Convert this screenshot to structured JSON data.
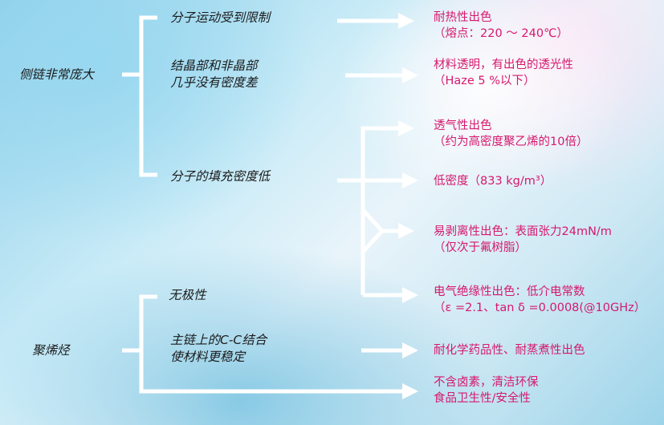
{
  "causes": {
    "side_chain": "侧链非常庞大",
    "polyolefin": "聚烯烃"
  },
  "factors": {
    "molecular_motion": "分子运动受到限制",
    "crystal_line1": "结晶部和非晶部",
    "crystal_line2": "几乎没有密度差",
    "packing": "分子的填充密度低",
    "nonpolar": "无极性",
    "cc_line1": "主链上的C-C结合",
    "cc_line2": "使材料更稳定"
  },
  "results": {
    "heat_line1": "耐热性出色",
    "heat_line2": "（熔点：220 ～ 240℃）",
    "transparency_line1": "材料透明，有出色的透光性",
    "transparency_line2": "（Haze 5 %以下）",
    "gas_line1": "透气性出色",
    "gas_line2": "（约为高密度聚乙烯的10倍）",
    "density_line1": "低密度（833 kg/m³）",
    "release_line1": "易剥离性出色：表面张力24mN/m",
    "release_line2": "（仅次于氟树脂）",
    "electrical_line1": "电气绝缘性出色：低介电常数",
    "electrical_line2": "（ε =2.1、tan δ =0.0008(@10GHz）",
    "chemical_line1": "耐化学药品性、耐蒸煮性出色",
    "safety_line1": "不含卤素，清洁环保",
    "safety_line2": "食品卫生性/安全性"
  },
  "colors": {
    "lines": "#ffffff",
    "result_text": "#d6186e",
    "factor_text": "#1b1b1b"
  }
}
